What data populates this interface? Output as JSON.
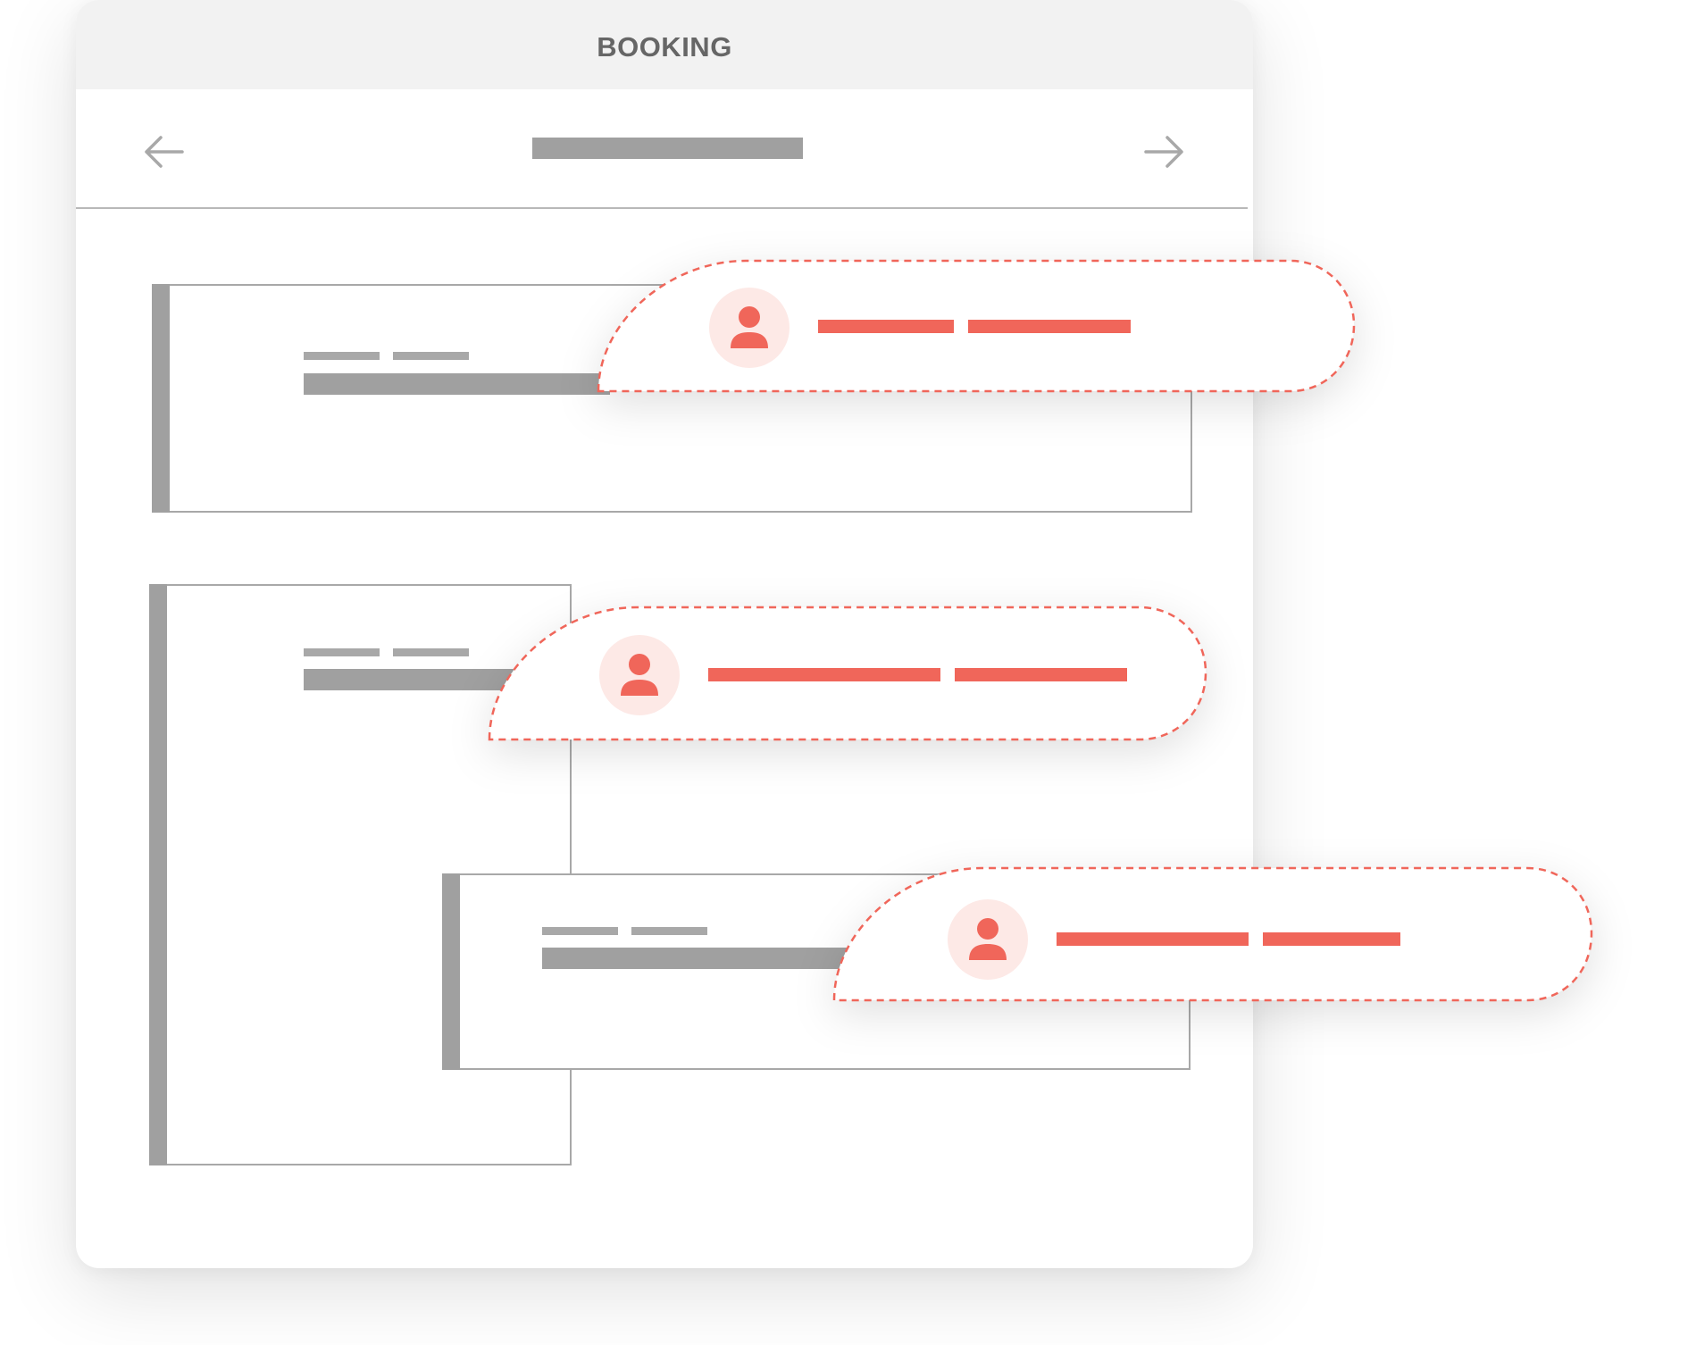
{
  "window": {
    "title": "BOOKING"
  },
  "navigation": {
    "prev_icon": "arrow-left-icon",
    "next_icon": "arrow-right-icon"
  },
  "colors": {
    "accent": "#f0665a",
    "accent_light": "#fde9e6",
    "placeholder_gray": "#a0a0a0",
    "titlebar_bg": "#f2f2f2",
    "title_text": "#666666"
  },
  "events": [
    {
      "id": "event-1"
    },
    {
      "id": "event-2"
    },
    {
      "id": "event-3"
    }
  ],
  "attendee_popups": [
    {
      "id": "popup-1",
      "icon": "user-icon"
    },
    {
      "id": "popup-2",
      "icon": "user-icon"
    },
    {
      "id": "popup-3",
      "icon": "user-icon"
    }
  ]
}
